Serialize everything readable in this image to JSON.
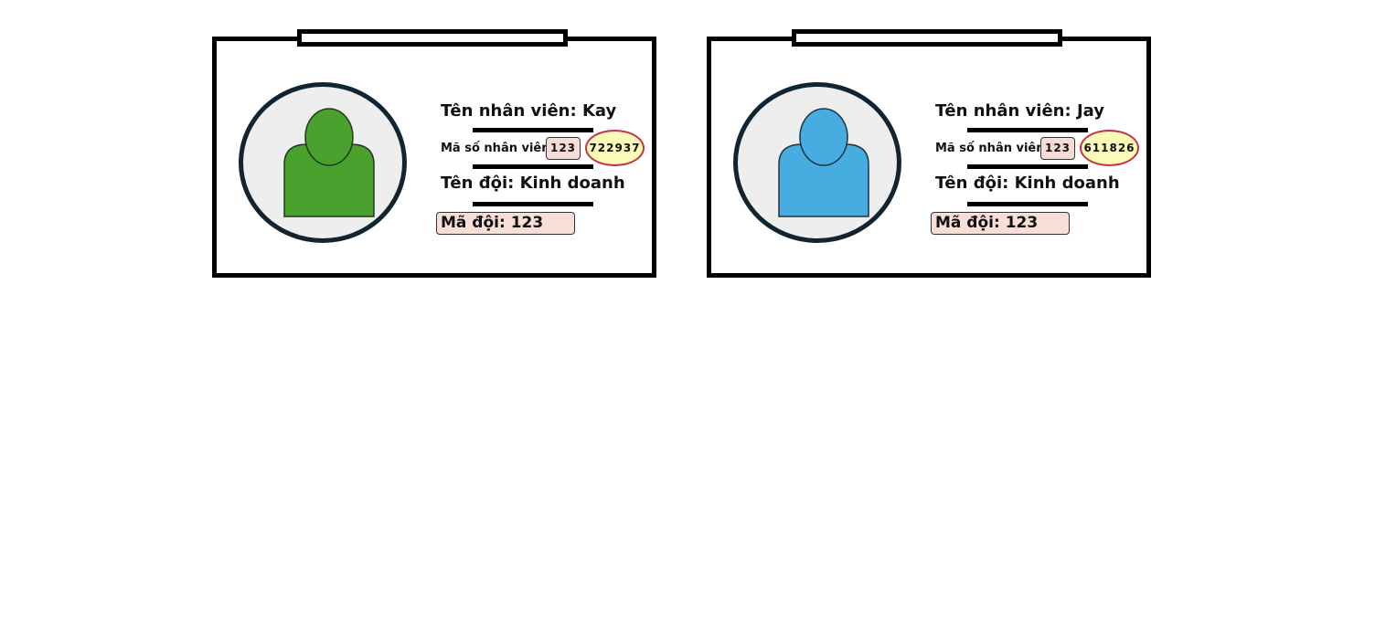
{
  "cards": [
    {
      "name_text": "Tên nhân viên: Kay",
      "id_label": "Mã số nhân viên:",
      "id_prefix": "123",
      "id_suffix": "722937",
      "team_name_text": "Tên đội: Kinh doanh",
      "team_code_text": "Mã đội: 123",
      "avatar_color": "#4aa12e"
    },
    {
      "name_text": "Tên nhân viên: Jay",
      "id_label": "Mã số nhân viên:",
      "id_prefix": "123",
      "id_suffix": "611826",
      "team_name_text": "Tên đội: Kinh doanh",
      "team_code_text": "Mã đội: 123",
      "avatar_color": "#47ace0"
    }
  ],
  "colors": {
    "card_border": "#000000",
    "avatar_ring": "#102431",
    "avatar_background": "#eeeeee",
    "id_prefix_fill": "#f6dcd4",
    "id_suffix_fill": "#fcfab8",
    "id_suffix_border": "#c4314b",
    "team_code_fill": "#f8dfd6"
  }
}
